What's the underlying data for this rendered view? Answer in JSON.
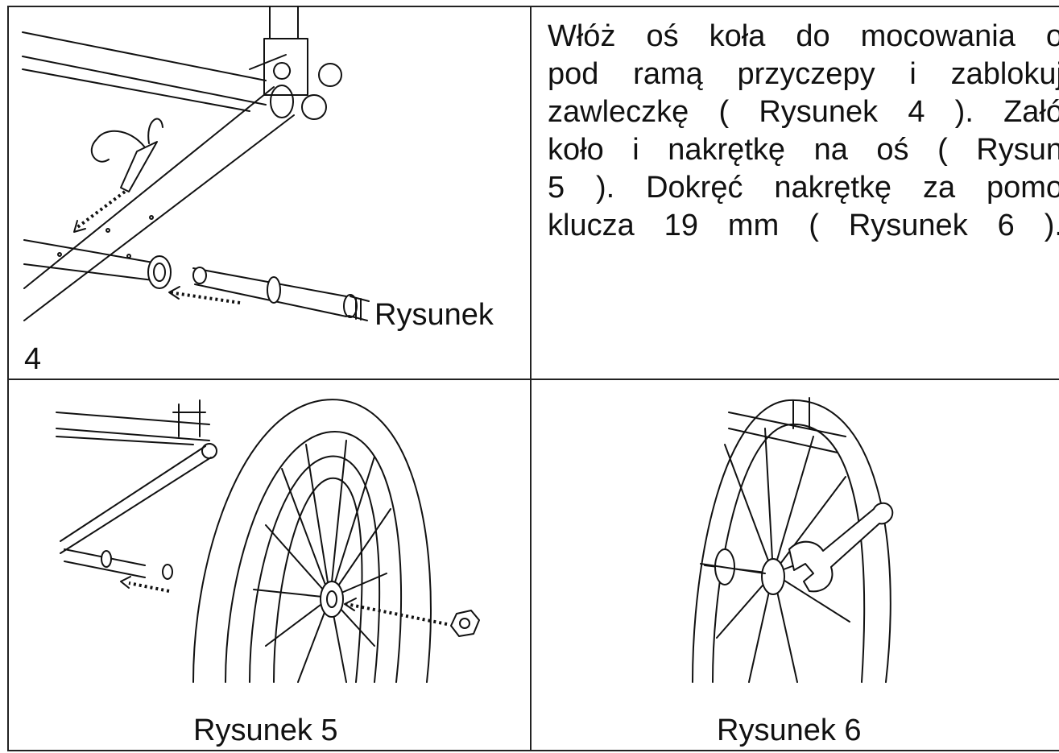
{
  "instruction": {
    "lines": [
      "Włóż oś koła do mocowania o",
      "pod ramą przyczepy i zablokuj",
      "zawleczkę ( Rysunek 4 ). Załó",
      "koło i nakrętkę na oś ( Rysun",
      "5 ). Dokręć nakrętkę za pomo",
      "klucza 19 mm ( Rysunek 6 )."
    ]
  },
  "figures": {
    "fig4_label_word": "Rysunek",
    "fig4_label_number": "4",
    "fig5_label": "Rysunek 5",
    "fig6_label": "Rysunek 6"
  }
}
